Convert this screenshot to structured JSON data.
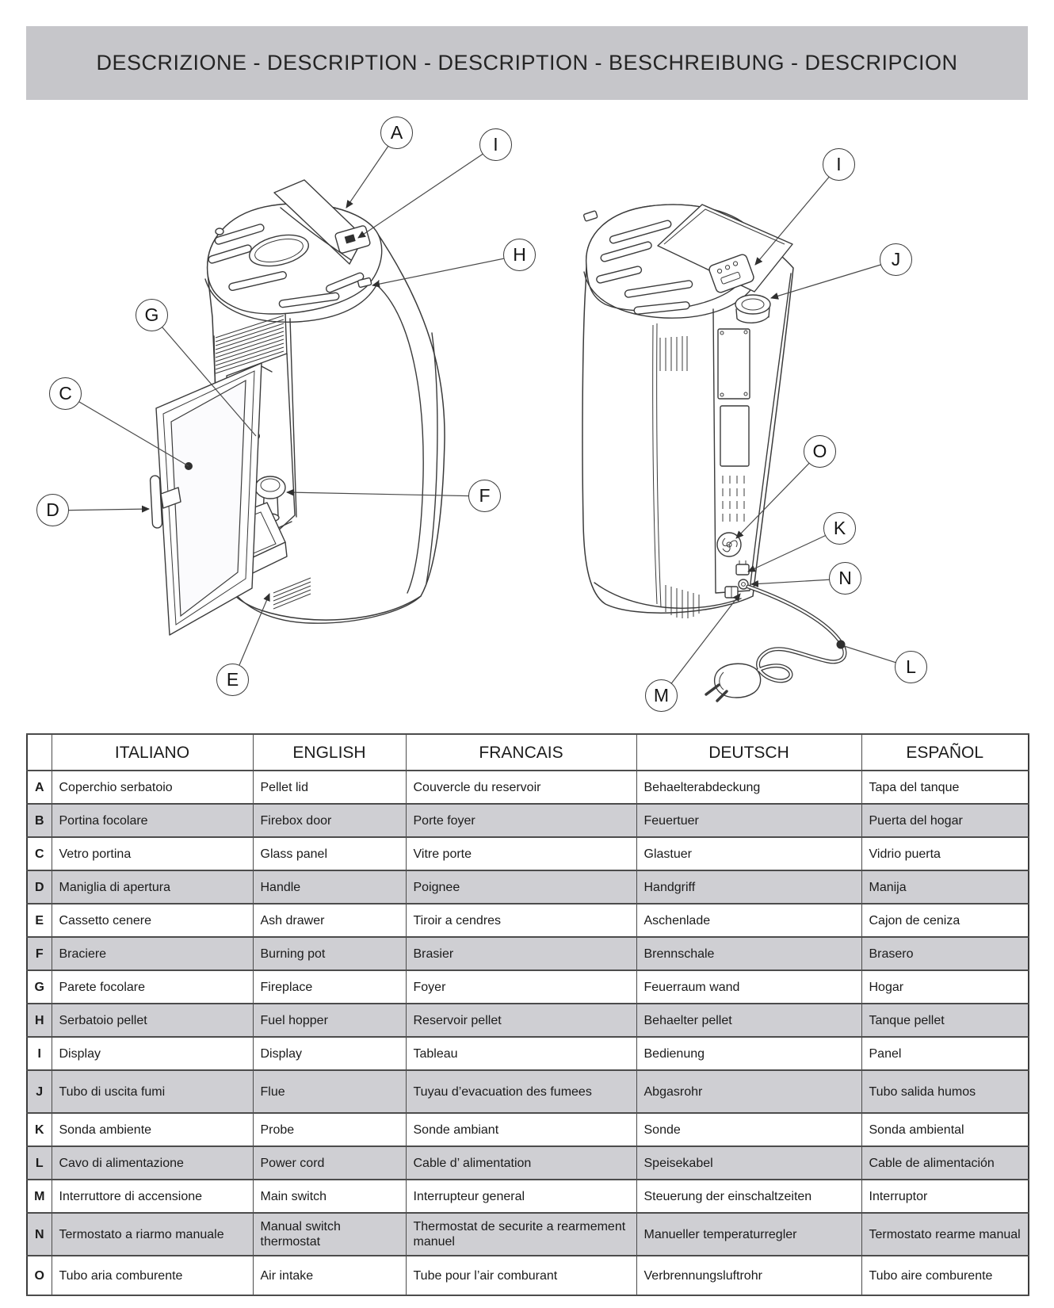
{
  "page": {
    "title": "DESCRIZIONE - DESCRIPTION - DESCRIPTION - BESCHREIBUNG - DESCRIPCION"
  },
  "colors": {
    "title_bar_bg": "#c6c6ca",
    "table_alt_row_bg": "#cfcfd3",
    "line_art": "#3b3b3b",
    "text": "#1b1b1b"
  },
  "diagram": {
    "left_callouts": [
      {
        "letter": "A"
      },
      {
        "letter": "I"
      },
      {
        "letter": "H"
      },
      {
        "letter": "G"
      },
      {
        "letter": "C"
      },
      {
        "letter": "D"
      },
      {
        "letter": "F"
      },
      {
        "letter": "E"
      }
    ],
    "right_callouts": [
      {
        "letter": "I"
      },
      {
        "letter": "J"
      },
      {
        "letter": "O"
      },
      {
        "letter": "K"
      },
      {
        "letter": "N"
      },
      {
        "letter": "L"
      },
      {
        "letter": "M"
      }
    ]
  },
  "table": {
    "headers": [
      "",
      "ITALIANO",
      "ENGLISH",
      "FRANCAIS",
      "DEUTSCH",
      "ESPAÑOL"
    ],
    "rows": [
      {
        "letter": "A",
        "cells": [
          "Coperchio serbatoio",
          "Pellet lid",
          "Couvercle du reservoir",
          "Behaelterabdeckung",
          "Tapa del tanque"
        ]
      },
      {
        "letter": "B",
        "cells": [
          "Portina focolare",
          "Firebox door",
          "Porte foyer",
          "Feuertuer",
          "Puerta del hogar"
        ]
      },
      {
        "letter": "C",
        "cells": [
          "Vetro portina",
          "Glass panel",
          "Vitre porte",
          "Glastuer",
          "Vidrio puerta"
        ]
      },
      {
        "letter": "D",
        "cells": [
          "Maniglia di apertura",
          "Handle",
          "Poignee",
          "Handgriff",
          "Manija"
        ]
      },
      {
        "letter": "E",
        "cells": [
          "Cassetto cenere",
          "Ash drawer",
          "Tiroir a cendres",
          "Aschenlade",
          "Cajon de ceniza"
        ]
      },
      {
        "letter": "F",
        "cells": [
          "Braciere",
          "Burning pot",
          "Brasier",
          "Brennschale",
          "Brasero"
        ]
      },
      {
        "letter": "G",
        "cells": [
          "Parete focolare",
          "Fireplace",
          "Foyer",
          "Feuerraum wand",
          "Hogar"
        ]
      },
      {
        "letter": "H",
        "cells": [
          "Serbatoio pellet",
          "Fuel hopper",
          "Reservoir pellet",
          "Behaelter pellet",
          "Tanque pellet"
        ]
      },
      {
        "letter": "I",
        "cells": [
          "Display",
          "Display",
          "Tableau",
          "Bedienung",
          "Panel"
        ]
      },
      {
        "letter": "J",
        "cells": [
          "Tubo di uscita fumi",
          "Flue",
          "Tuyau d’evacuation des fumees",
          "Abgasrohr",
          "Tubo salida humos"
        ]
      },
      {
        "letter": "K",
        "cells": [
          "Sonda ambiente",
          "Probe",
          "Sonde ambiant",
          "Sonde",
          "Sonda ambiental"
        ]
      },
      {
        "letter": "L",
        "cells": [
          "Cavo di alimentazione",
          "Power cord",
          "Cable d’ alimentation",
          "Speisekabel",
          "Cable de alimentación"
        ]
      },
      {
        "letter": "M",
        "cells": [
          "Interruttore di accensione",
          "Main switch",
          "Interrupteur general",
          "Steuerung der einschaltzeiten",
          "Interruptor"
        ]
      },
      {
        "letter": "N",
        "cells": [
          "Termostato a riarmo manuale",
          "Manual switch thermostat",
          "Thermostat de securite a rearmement manuel",
          "Manueller temperaturregler",
          "Termostato rearme manual"
        ]
      },
      {
        "letter": "O",
        "cells": [
          "Tubo aria comburente",
          "Air intake",
          "Tube pour l’air comburant",
          "Verbrennungsluftrohr",
          "Tubo aire comburente"
        ]
      }
    ]
  }
}
